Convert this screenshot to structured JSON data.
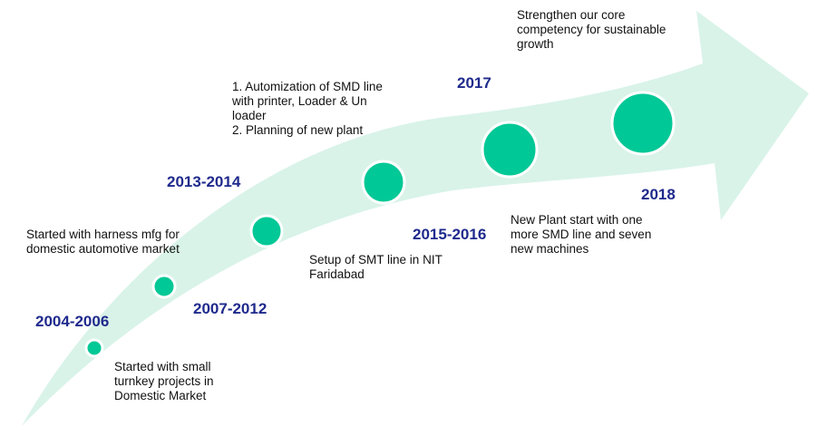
{
  "colors": {
    "arrow_fill": "#d9f3e9",
    "milestone_fill": "#00c896",
    "milestone_stroke": "#ffffff",
    "year_text": "#1f2a8c",
    "description_text": "#111111"
  },
  "milestones": [
    {
      "year": "2004-2006",
      "description": [
        "Started with small",
        "turnkey projects in",
        "Domestic Market"
      ]
    },
    {
      "year": "2007-2012",
      "description": [
        "Started with harness mfg for",
        "domestic automotive market"
      ]
    },
    {
      "year": "2013-2014",
      "description": [
        "Setup of SMT line in NIT",
        "Faridabad"
      ]
    },
    {
      "year": "2015-2016",
      "description": [
        "1. Automization of SMD line",
        "with printer, Loader & Un",
        "loader",
        "2. Planning of new plant"
      ]
    },
    {
      "year": "2017",
      "description": [
        "New Plant start with one",
        "more SMD line  and seven",
        "new machines"
      ]
    },
    {
      "year": "2018",
      "description": [
        "Strengthen our core",
        "competency for sustainable",
        "growth"
      ]
    }
  ]
}
